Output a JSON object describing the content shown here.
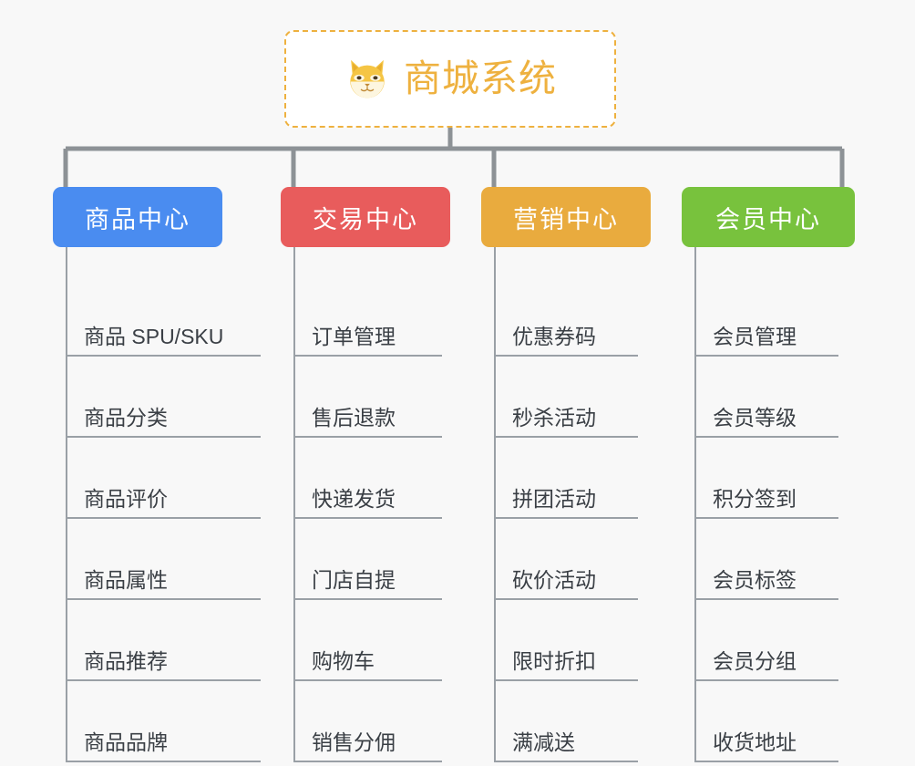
{
  "root": {
    "title": "商城系统",
    "icon": "shiba-inu-dog-face-emoji",
    "border_color": "#eeb13f",
    "text_color": "#eeb13f",
    "background": "#ffffff"
  },
  "canvas": {
    "background": "#f8f8f8",
    "connector_color": "#8d9296",
    "leaf_line_color": "#9aa0a6"
  },
  "columns": [
    {
      "title": "商品中心",
      "color": "#4a8cf0",
      "items": [
        {
          "label": "商品 SPU/SKU"
        },
        {
          "label": "商品分类"
        },
        {
          "label": "商品评价"
        },
        {
          "label": "商品属性"
        },
        {
          "label": "商品推荐"
        },
        {
          "label": "商品品牌"
        }
      ]
    },
    {
      "title": "交易中心",
      "color": "#e85c5c",
      "items": [
        {
          "label": "订单管理"
        },
        {
          "label": "售后退款"
        },
        {
          "label": "快递发货"
        },
        {
          "label": "门店自提"
        },
        {
          "label": "购物车"
        },
        {
          "label": "销售分佣"
        }
      ]
    },
    {
      "title": "营销中心",
      "color": "#e9ab3e",
      "items": [
        {
          "label": "优惠券码"
        },
        {
          "label": "秒杀活动"
        },
        {
          "label": "拼团活动"
        },
        {
          "label": "砍价活动"
        },
        {
          "label": "限时折扣"
        },
        {
          "label": "满减送"
        }
      ]
    },
    {
      "title": "会员中心",
      "color": "#78c23d",
      "items": [
        {
          "label": "会员管理"
        },
        {
          "label": "会员等级"
        },
        {
          "label": "积分签到"
        },
        {
          "label": "会员标签"
        },
        {
          "label": "会员分组"
        },
        {
          "label": "收货地址"
        }
      ]
    }
  ]
}
